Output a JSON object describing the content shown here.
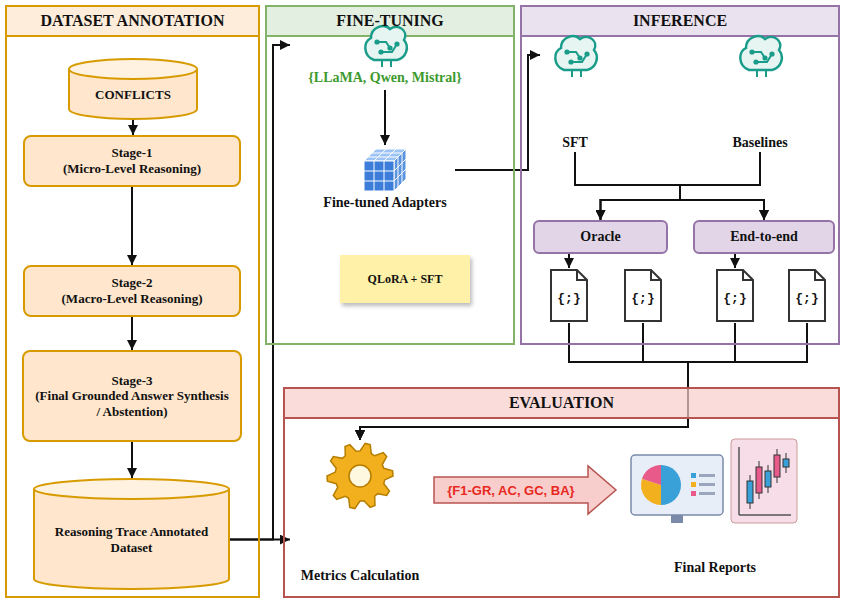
{
  "diagram": {
    "nodes": [
      {
        "text": [
          "DATASET ANNOTATION"
        ]
      },
      {
        "text": [
          "CONFLICTS"
        ],
        "in": 0
      },
      {
        "text": [
          "Stage-1",
          "(Micro-Level Reasoning)"
        ],
        "in": 0
      },
      {
        "text": [
          "Stage-2",
          "(Macro-Level Reasoning)"
        ],
        "in": 0
      },
      {
        "text": [
          "Stage-3",
          "(Final Grounded Answer Synthesis / Abstention)"
        ],
        "in": 0
      },
      {
        "text": [
          "Reasoning Trace Annotated Dataset"
        ],
        "in": 0
      },
      {
        "text": [
          "FINE-TUNING"
        ]
      },
      {
        "text": [
          "{LLaMA, Qwen, Mistral}"
        ],
        "in": 6
      },
      {
        "text": [
          "Fine-tuned Adapters"
        ],
        "in": 6
      },
      {
        "text": [
          "QLoRA + SFT"
        ],
        "in": 6
      },
      {
        "text": [
          "INFERENCE"
        ]
      },
      {
        "text": [
          "SFT"
        ],
        "in": 10
      },
      {
        "text": [
          "Baselines"
        ],
        "in": 10
      },
      {
        "text": [
          "Oracle"
        ],
        "in": 10
      },
      {
        "text": [
          "End-to-end"
        ],
        "in": 10
      },
      {
        "text": [
          "{;}"
        ],
        "in": 10
      },
      {
        "text": [
          "{;}"
        ],
        "in": 10
      },
      {
        "text": [
          "{;}"
        ],
        "in": 10
      },
      {
        "text": [
          "{;}"
        ],
        "in": 10
      },
      {
        "text": [
          "EVALUATION"
        ]
      },
      {
        "text": [
          "Metrics Calculation"
        ],
        "in": 19
      },
      {
        "text": [
          "Final Reports"
        ],
        "in": 19
      }
    ],
    "edges": [
      {
        "from": 1,
        "to": 2,
        "arrow": "to"
      },
      {
        "from": 2,
        "to": 3,
        "arrow": "to"
      },
      {
        "from": 3,
        "to": 4,
        "arrow": "to"
      },
      {
        "from": 4,
        "to": 5,
        "arrow": "to"
      },
      {
        "from": 5,
        "to": 7,
        "arrow": "to"
      },
      {
        "from": 5,
        "to": 20,
        "arrow": "to"
      },
      {
        "from": 7,
        "to": 8,
        "arrow": "to"
      },
      {
        "from": 8,
        "to": 11,
        "arrow": "to"
      },
      {
        "from": 11,
        "to": 13,
        "arrow": "to"
      },
      {
        "from": 11,
        "to": 14,
        "arrow": "to"
      },
      {
        "from": 12,
        "to": 13,
        "arrow": "to"
      },
      {
        "from": 12,
        "to": 14,
        "arrow": "to"
      },
      {
        "from": 13,
        "to": 15,
        "arrow": "to"
      },
      {
        "from": 14,
        "to": 17,
        "arrow": "to"
      },
      {
        "from": 15,
        "to": 20,
        "arrow": "to"
      },
      {
        "from": 16,
        "to": 20,
        "arrow": "to"
      },
      {
        "from": 17,
        "to": 20,
        "arrow": "to"
      },
      {
        "from": 18,
        "to": 20,
        "arrow": "to"
      },
      {
        "from": 20,
        "to": 21,
        "arrow": "to",
        "label": "{F1-GR, AC, GC, BA}"
      }
    ]
  }
}
